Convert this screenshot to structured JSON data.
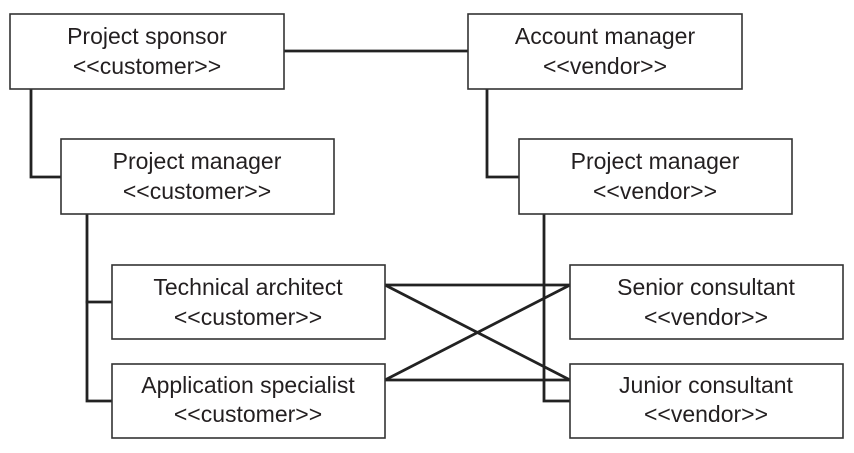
{
  "nodes": {
    "project_sponsor": {
      "name": "Project sponsor",
      "stereotype": "<<customer>>"
    },
    "account_manager": {
      "name": "Account manager",
      "stereotype": "<<vendor>>"
    },
    "pm_customer": {
      "name": "Project manager",
      "stereotype": "<<customer>>"
    },
    "pm_vendor": {
      "name": "Project manager",
      "stereotype": "<<vendor>>"
    },
    "technical_architect": {
      "name": "Technical architect",
      "stereotype": "<<customer>>"
    },
    "application_specialist": {
      "name": "Application specialist",
      "stereotype": "<<customer>>"
    },
    "senior_consultant": {
      "name": "Senior consultant",
      "stereotype": "<<vendor>>"
    },
    "junior_consultant": {
      "name": "Junior consultant",
      "stereotype": "<<vendor>>"
    }
  },
  "colors": {
    "line": "#222222",
    "box_border": "#333333",
    "text": "#231f20",
    "background": "#ffffff"
  }
}
